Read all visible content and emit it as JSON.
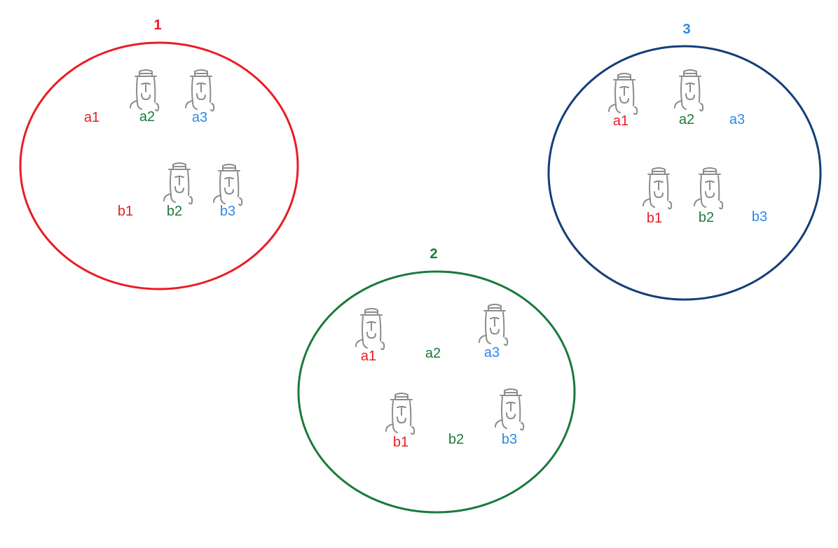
{
  "colors": {
    "red": "#ea1c24",
    "green": "#1a7a3c",
    "blue": "#2a8ae8",
    "navy": "#123f7a",
    "figure": "#8c8c8c"
  },
  "groups": [
    {
      "id": "group-1",
      "title": "1",
      "ring_color": "navy-red",
      "members": [
        {
          "label": "a1",
          "color": "red",
          "has_figure": false
        },
        {
          "label": "a2",
          "color": "green",
          "has_figure": true
        },
        {
          "label": "a3",
          "color": "blue",
          "has_figure": true
        },
        {
          "label": "b1",
          "color": "red",
          "has_figure": false
        },
        {
          "label": "b2",
          "color": "green",
          "has_figure": true
        },
        {
          "label": "b3",
          "color": "blue",
          "has_figure": true
        }
      ]
    },
    {
      "id": "group-2",
      "title": "2",
      "members": [
        {
          "label": "a1",
          "color": "red",
          "has_figure": true
        },
        {
          "label": "a2",
          "color": "green",
          "has_figure": false
        },
        {
          "label": "a3",
          "color": "blue",
          "has_figure": true
        },
        {
          "label": "b1",
          "color": "red",
          "has_figure": true
        },
        {
          "label": "b2",
          "color": "green",
          "has_figure": false
        },
        {
          "label": "b3",
          "color": "blue",
          "has_figure": true
        }
      ]
    },
    {
      "id": "group-3",
      "title": "3",
      "members": [
        {
          "label": "a1",
          "color": "red",
          "has_figure": true
        },
        {
          "label": "a2",
          "color": "green",
          "has_figure": true
        },
        {
          "label": "a3",
          "color": "blue",
          "has_figure": false
        },
        {
          "label": "b1",
          "color": "red",
          "has_figure": true
        },
        {
          "label": "b2",
          "color": "green",
          "has_figure": true
        },
        {
          "label": "b3",
          "color": "blue",
          "has_figure": false
        }
      ]
    }
  ],
  "figure_icon": "person-with-hat-icon"
}
